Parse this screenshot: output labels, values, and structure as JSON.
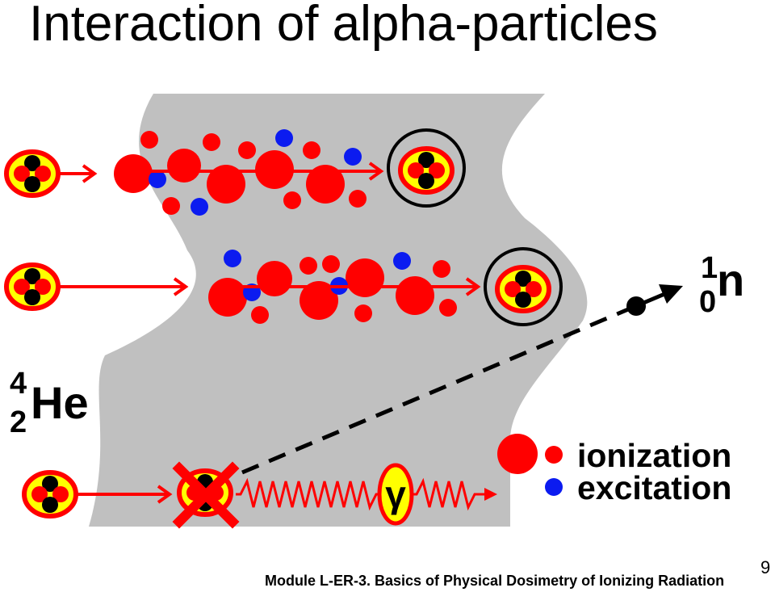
{
  "slide": {
    "title": "Interaction of alpha-particles",
    "footer": "Module L-ER-3. Basics of Physical Dosimetry of Ionizing Radiation",
    "page_number": "9"
  },
  "diagram": {
    "helium": {
      "mass": "4",
      "atomic": "2",
      "symbol": "He"
    },
    "neutron": {
      "mass": "1",
      "atomic": "0",
      "symbol": "n"
    },
    "gamma": "γ",
    "legend": {
      "ionization": "ionization",
      "excitation": "excitation"
    },
    "colors": {
      "material": "#c0c0c0",
      "ion": "#ff0000",
      "excitation": "#0b1bf0",
      "nucleus_ring": "#ff0000",
      "nucleus_fill": "#ffff00",
      "nucleon": "#000000"
    }
  }
}
